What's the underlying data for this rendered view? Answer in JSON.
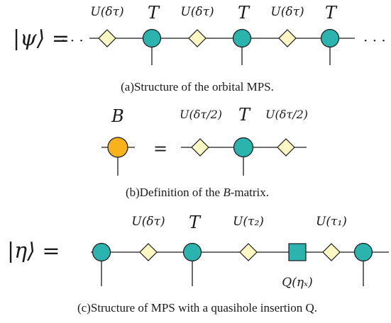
{
  "panel_a": {
    "lhs": "|ψ⟩ =",
    "dots_left": "· · ·",
    "dots_right": "· · ·",
    "label_u": "U(δτ)",
    "label_t": "T",
    "caption": "(a)Structure of the orbital MPS."
  },
  "panel_b": {
    "b_label": "B",
    "equals": "=",
    "label_u_half": "U(δτ/2)",
    "label_t": "T",
    "caption_prefix": "(b)Definition of the ",
    "caption_italic": "B",
    "caption_suffix": "-matrix."
  },
  "panel_c": {
    "lhs": "|η⟩ =",
    "label_u": "U(δτ)",
    "label_t": "T",
    "label_u_tau2": "U(τ₂)",
    "label_u_tau1": "U(τ₁)",
    "label_q": "Q(ηₓ)",
    "caption": "(c)Structure of MPS with a quasihole insertion Q."
  },
  "colors": {
    "teal": "#2bb3ad",
    "diamond": "#fdf7c3",
    "orange": "#f9b21c",
    "line": "#1a1a1a"
  }
}
